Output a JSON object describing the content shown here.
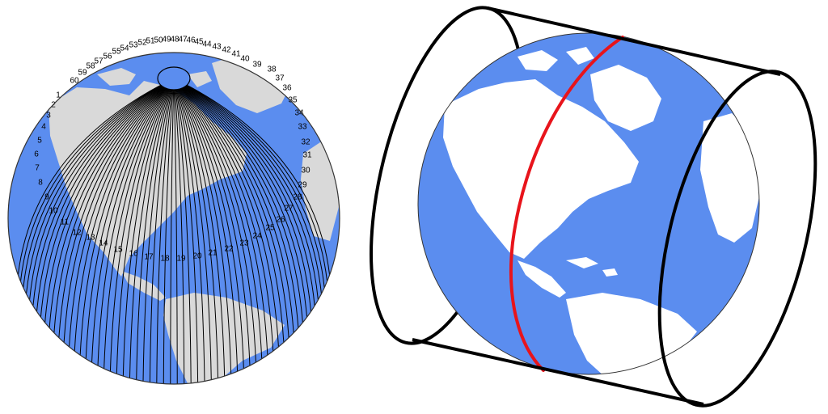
{
  "colors": {
    "ocean": "#5b8def",
    "land_left": "#d9d9d9",
    "land_right": "#ffffff",
    "meridian": "#000000",
    "cylinder": "#000000",
    "tangent_line": "#e8141b",
    "background": "#ffffff"
  },
  "left_globe": {
    "name": "utm-zone-globe",
    "zone_labels": [
      "1",
      "2",
      "3",
      "4",
      "5",
      "6",
      "7",
      "8",
      "9",
      "10",
      "11",
      "12",
      "13",
      "14",
      "15",
      "16",
      "17",
      "18",
      "19",
      "20",
      "21",
      "22",
      "23",
      "24",
      "25",
      "26",
      "27",
      "28",
      "29",
      "30",
      "31",
      "32",
      "33",
      "34",
      "35",
      "36",
      "37",
      "38",
      "39",
      "40",
      "41",
      "42",
      "43",
      "44",
      "45",
      "46",
      "47",
      "48",
      "49",
      "50",
      "51",
      "52",
      "53",
      "54",
      "55",
      "56",
      "57",
      "58",
      "59",
      "60"
    ]
  },
  "right_globe": {
    "name": "transverse-mercator-cylinder",
    "icons": [
      "cylinder-outline",
      "tangent-meridian-line"
    ]
  }
}
